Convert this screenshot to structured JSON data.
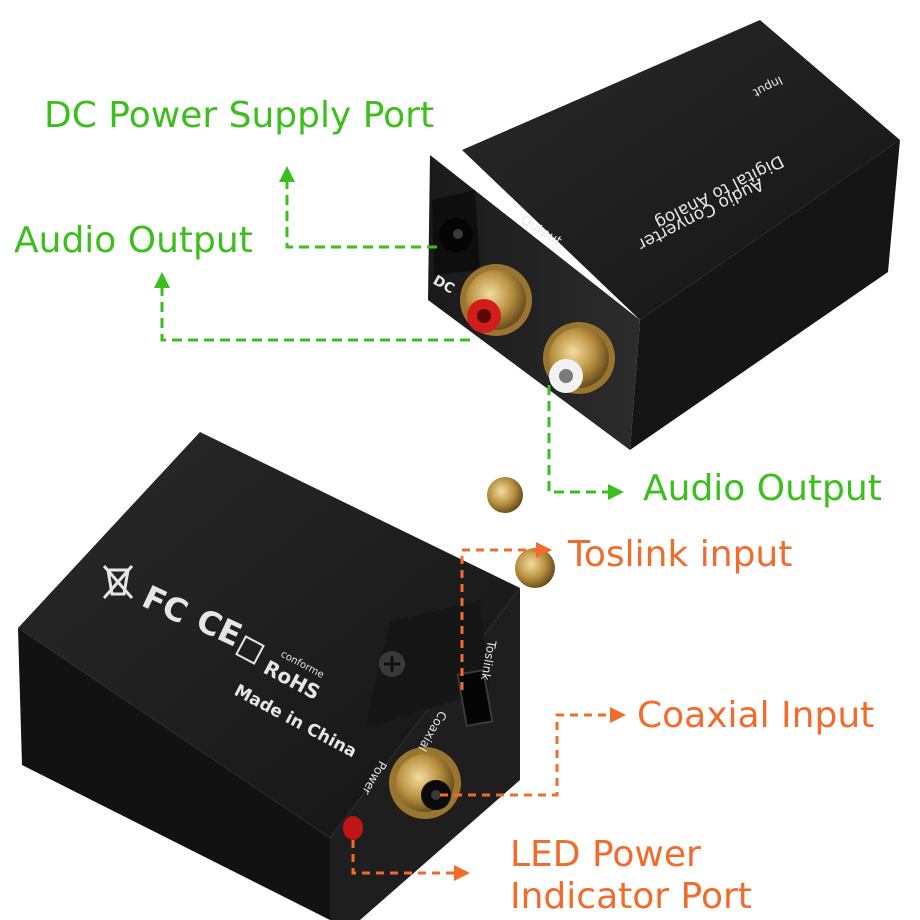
{
  "colors": {
    "green": "#3cbf1c",
    "orange": "#f06b2c",
    "device": "#1c1c1c"
  },
  "callouts": {
    "dc_power": "DC Power Supply Port",
    "audio_output_left": "Audio Output",
    "audio_output_right": "Audio Output",
    "toslink": "Toslink input",
    "coaxial": "Coaxial Input",
    "led_line1": "LED Power",
    "led_line2": "Indicator Port"
  },
  "device_top": {
    "title_line1": "Digital to Analog",
    "title_line2": "Audio Converter",
    "input_label": "Input",
    "output_label": "Output",
    "dc_label": "DC"
  },
  "device_bottom": {
    "toslink_label": "Toslink",
    "coaxial_label": "Coaxial",
    "power_label": "Power",
    "made_in": "Made in China",
    "fc": "FC",
    "ce": "CE",
    "rohs": "RoHS",
    "conforme": "conforme"
  }
}
